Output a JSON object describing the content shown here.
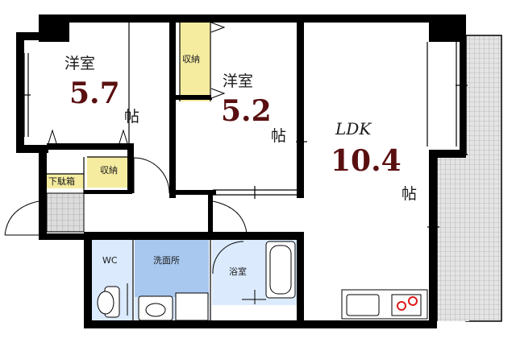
{
  "rooms": {
    "western1": {
      "name": "洋室",
      "size": "5.7",
      "unit": "帖"
    },
    "western2": {
      "name": "洋室",
      "size": "5.2",
      "unit": "帖"
    },
    "ldk": {
      "name": "LDK",
      "size": "10.4",
      "unit": "帖"
    },
    "storage1": {
      "name": "収納"
    },
    "storage2": {
      "name": "収納"
    },
    "shoe_box": {
      "name": "下駄箱"
    },
    "wc": {
      "name": "WC"
    },
    "washroom": {
      "name": "洗面所"
    },
    "bathroom": {
      "name": "浴室"
    }
  },
  "colors": {
    "wall": "#000000",
    "storage": "#f5eca0",
    "wet_area": "#dbeafd",
    "washroom": "#a8c8f0",
    "floor_tile": "#d8d8d8",
    "balcony": "#c8c8c8",
    "stove_ring": "#e01818"
  }
}
